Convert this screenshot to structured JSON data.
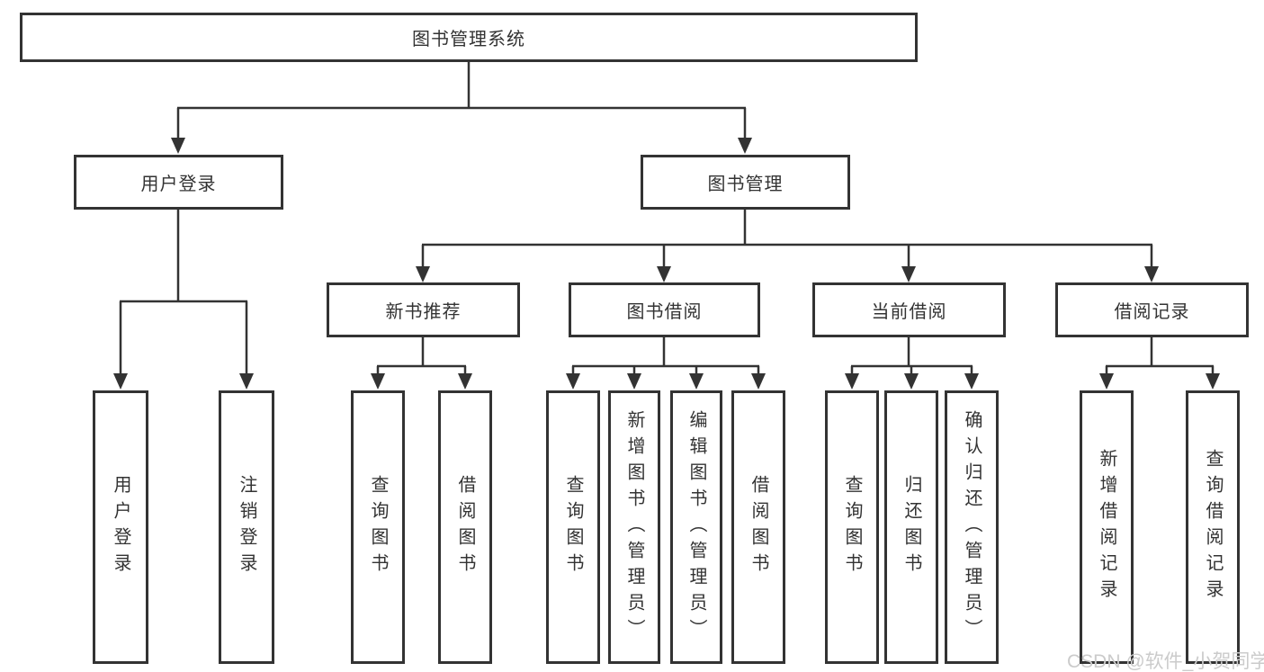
{
  "watermark": {
    "text": "CSDN @软件_小贺同学",
    "color": "#cbcbcb"
  },
  "colors": {
    "line": "#333333",
    "text": "#333333",
    "background": "#ffffff"
  },
  "tree": {
    "label": "图书管理系统",
    "children": [
      {
        "label": "用户登录",
        "children": [
          {
            "label": "用户登录"
          },
          {
            "label": "注销登录"
          }
        ]
      },
      {
        "label": "图书管理",
        "children": [
          {
            "label": "新书推荐",
            "children": [
              {
                "label": "查询图书"
              },
              {
                "label": "借阅图书"
              }
            ]
          },
          {
            "label": "图书借阅",
            "children": [
              {
                "label": "查询图书"
              },
              {
                "label": "新增图书（管理员）"
              },
              {
                "label": "编辑图书（管理员）"
              },
              {
                "label": "借阅图书"
              }
            ]
          },
          {
            "label": "当前借阅",
            "children": [
              {
                "label": "查询图书"
              },
              {
                "label": "归还图书"
              },
              {
                "label": "确认归还（管理员）"
              }
            ]
          },
          {
            "label": "借阅记录",
            "children": [
              {
                "label": "新增借阅记录"
              },
              {
                "label": "查询借阅记录"
              }
            ]
          }
        ]
      }
    ]
  }
}
